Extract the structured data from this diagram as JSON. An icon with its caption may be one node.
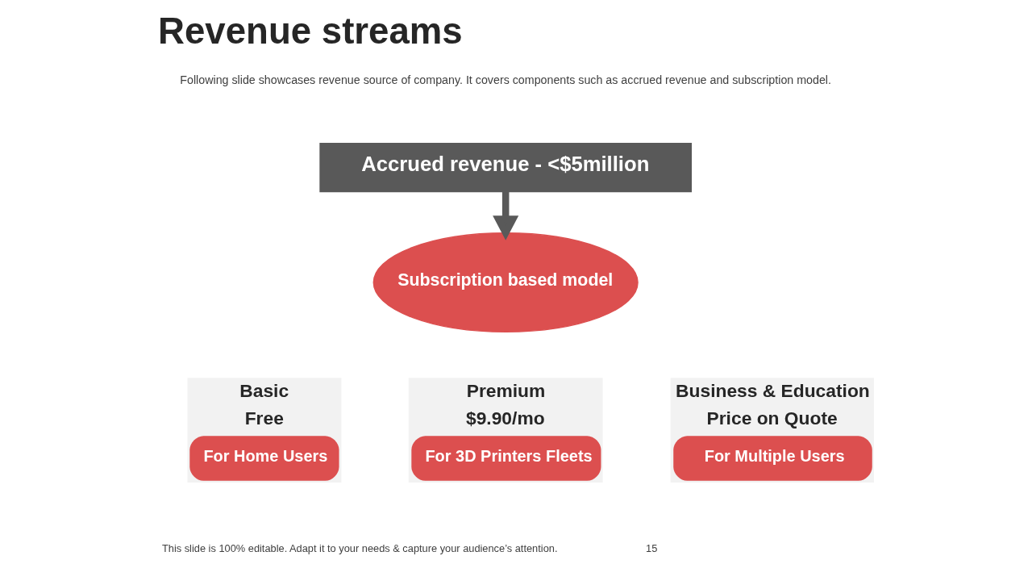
{
  "diagram": {
    "title": "Revenue streams",
    "nodes": [
      {
        "text": [
          "Accrued revenue - <$5million"
        ]
      },
      {
        "text": [
          "Subscription based model"
        ]
      },
      {
        "text": [
          "Basic",
          "Free",
          "For Home Users"
        ]
      },
      {
        "text": [
          "Premium",
          "$9.90/mo",
          "For 3D Printers Fleets"
        ]
      },
      {
        "text": [
          "Business & Education",
          "Price on Quote",
          "For Multiple Users"
        ]
      }
    ],
    "edges": [
      {
        "from": 0,
        "to": 1,
        "arrow": "to"
      }
    ],
    "labels": [
      "Following slide showcases revenue source of company. It covers components such as accrued revenue and subscription model.",
      "This slide is 100% editable. Adapt it to your needs & capture your audience’s attention.",
      "15"
    ]
  }
}
